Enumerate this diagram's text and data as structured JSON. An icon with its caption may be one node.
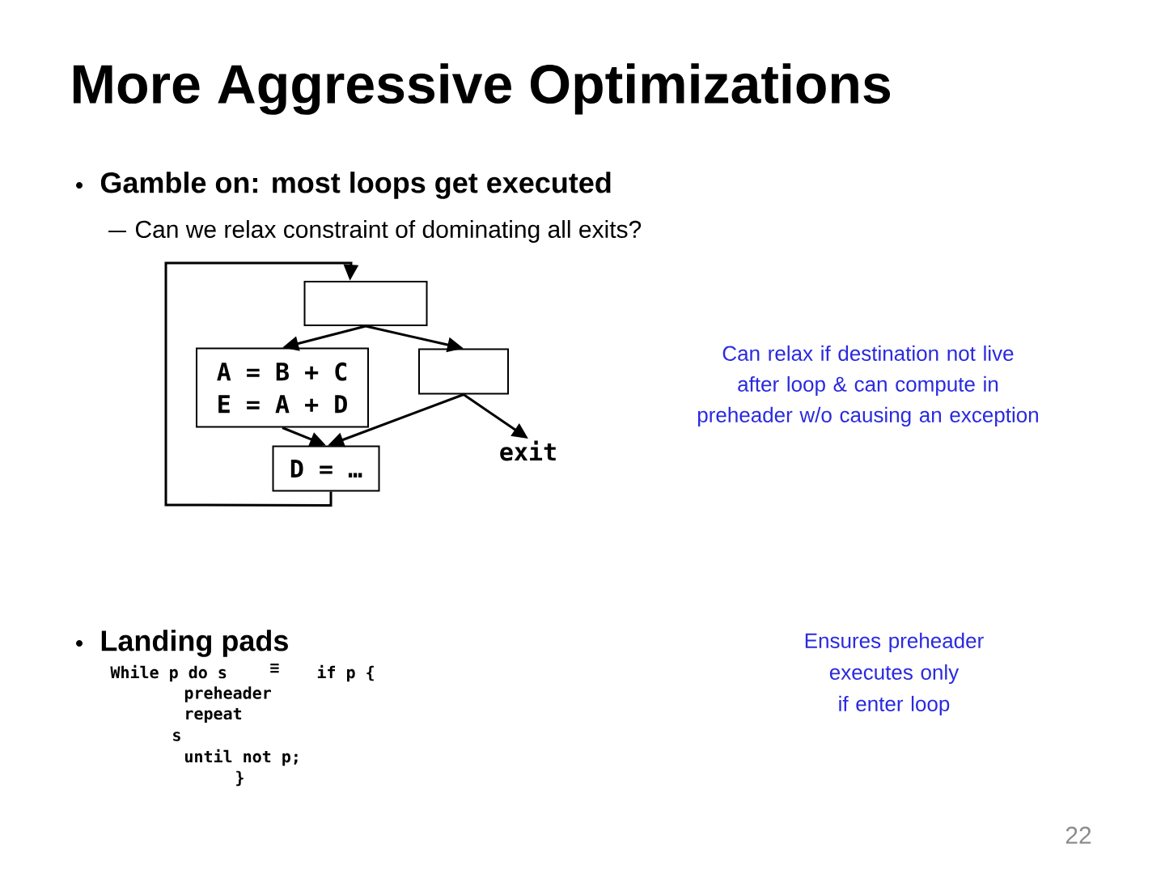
{
  "diagram": {
    "title": "More Aggressive Optimizations",
    "nodes": [
      {
        "text": [],
        "shape": "box"
      },
      {
        "text": [
          "A = B + C",
          "E = A + D"
        ]
      },
      {
        "text": [],
        "shape": "box"
      },
      {
        "text": [
          "D = …"
        ]
      },
      {
        "text": [
          "exit"
        ]
      }
    ],
    "edges": [
      {
        "from": 0,
        "to": 1,
        "arrow": "to"
      },
      {
        "from": 0,
        "to": 2,
        "arrow": "to"
      },
      {
        "from": 1,
        "to": 3,
        "arrow": "to"
      },
      {
        "from": 2,
        "to": 3,
        "arrow": "to"
      },
      {
        "from": 2,
        "to": 4,
        "arrow": "to"
      },
      {
        "from": 3,
        "to": 0,
        "arrow": "to"
      }
    ],
    "labels": [
      "Gamble on: most loops get executed",
      "Can we relax constraint of dominating all exits?",
      "Can relax if destination not live after loop & can compute in preheader w/o causing an exception",
      "Landing pads",
      "While p do s",
      "≡",
      "if p {",
      "preheader",
      "repeat",
      "s",
      "until not p;",
      "}",
      "Ensures preheader executes only if enter loop",
      "22"
    ]
  }
}
